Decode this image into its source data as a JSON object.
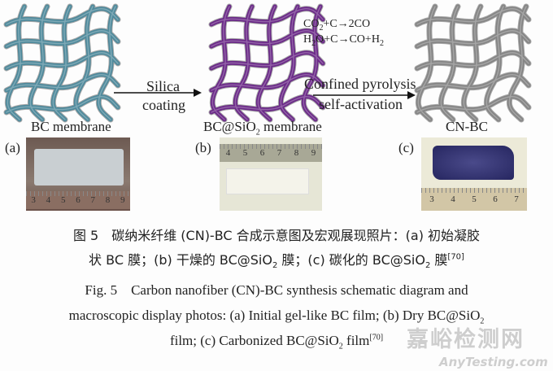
{
  "diagram": {
    "stages": [
      {
        "label": "BC membrane",
        "color": "#4f8a9c"
      },
      {
        "label_pre": "BC@SiO",
        "label_sub": "2",
        "label_post": " membrane",
        "color": "#6b2a88"
      },
      {
        "label": "CN-BC",
        "color": "#858585"
      }
    ],
    "arrow1": {
      "top": "Silica",
      "bottom": "coating"
    },
    "arrow2": {
      "top": "Confined pyrolysis",
      "bottom": "self-activation"
    },
    "reactions": [
      {
        "a": "CO",
        "a_sub": "2",
        "b": "+C→2CO"
      },
      {
        "a": "H",
        "a_sub": "2",
        "b": "O+C→CO+H",
        "b_sub": "2"
      }
    ],
    "photos": [
      {
        "tag": "(a)",
        "ruler": [
          "3",
          "4",
          "5",
          "6",
          "7",
          "8",
          "9"
        ]
      },
      {
        "tag": "(b)",
        "ruler": [
          "4",
          "5",
          "6",
          "7",
          "8",
          "9"
        ]
      },
      {
        "tag": "(c)",
        "ruler": [
          "3",
          "4",
          "5",
          "6",
          "7"
        ]
      }
    ]
  },
  "caption_cn": {
    "line1": "图 5　碳纳米纤维 (CN)-BC 合成示意图及宏观展现照片：(a) 初始凝胶",
    "line2a": "状 BC 膜；(b) 干燥的 BC@SiO",
    "line2b": " 膜；(c) 碳化的 BC@SiO",
    "line2c": " 膜",
    "sub": "2",
    "ref": "[70]"
  },
  "caption_en": {
    "line1": "Fig. 5　Carbon nanofiber (CN)-BC synthesis schematic diagram and",
    "line2": "macroscopic display photos: (a) Initial gel-like BC film; (b) Dry BC@SiO",
    "sub": "2",
    "line3a": "film; (c) Carbonized BC@SiO",
    "line3b": " film",
    "ref": "[70]"
  },
  "watermark": {
    "cn": "嘉峪检测网",
    "en": "AnyTesting.com"
  }
}
